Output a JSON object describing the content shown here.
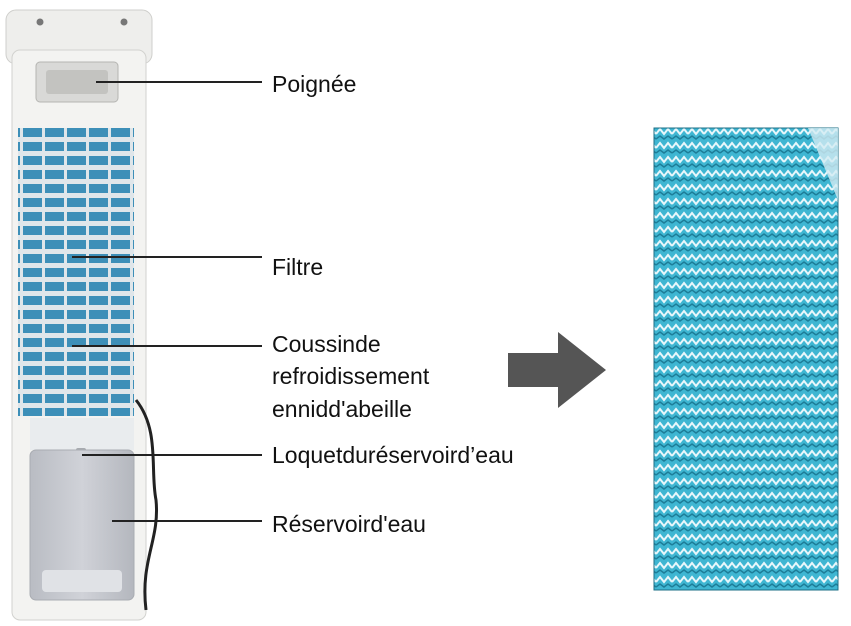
{
  "labels": {
    "handle": "Poignée",
    "filter": "Filtre",
    "pad_line1": "Coussinde",
    "pad_line2": "refroidissement",
    "pad_line3": "ennidd'abeille",
    "latch": "Loquetduréservoird’eau",
    "tank": "Réservoird'eau"
  },
  "colors": {
    "body_white": "#f1f1ef",
    "tank_gray": "#c7c9cf",
    "filter_blue": "#3d8fb8",
    "pad_cyan": "#47b9d4",
    "arrow": "#555555",
    "line": "#222222"
  },
  "icons": {
    "arrow": "right-arrow-icon"
  }
}
